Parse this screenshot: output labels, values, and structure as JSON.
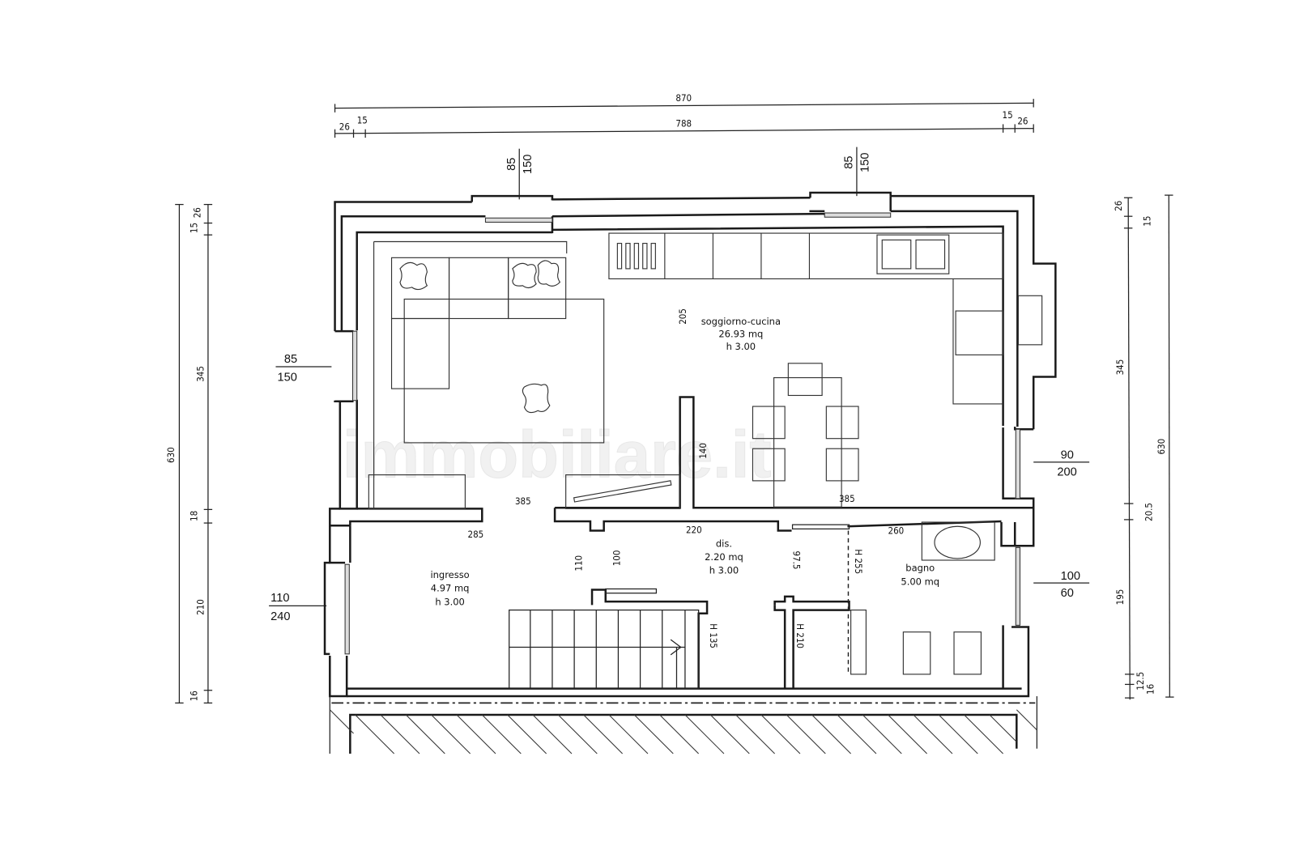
{
  "drawing": {
    "type": "floor-plan",
    "watermark": "immobiliare.it",
    "colors": {
      "line": "#1a1a1a",
      "background": "#ffffff",
      "watermark": "#ececec"
    }
  },
  "dimensions": {
    "top": {
      "overall": "870",
      "inner": "788",
      "left_wall": "26",
      "left_inner": "15",
      "right_inner": "15",
      "right_wall": "26"
    },
    "left": {
      "overall": "630",
      "segments": [
        "26",
        "15",
        "345",
        "18",
        "210",
        "16"
      ]
    },
    "right": {
      "overall": "630",
      "segments": [
        "26",
        "15",
        "345",
        "20.5",
        "195",
        "12.5",
        "16"
      ]
    },
    "interior": {
      "soggiorno_depth": "205",
      "partition_140": "140",
      "left_385": "385",
      "right_385": "385",
      "ingresso_285": "285",
      "dis_220": "220",
      "bagno_260": "260",
      "ingresso_110": "110",
      "ingresso_100": "100",
      "dis_975": "97.5",
      "h255": "H 255",
      "h135": "H 135",
      "h210": "H 210"
    }
  },
  "windows": [
    {
      "id": "top-left",
      "width": "85",
      "height": "150"
    },
    {
      "id": "top-right",
      "width": "85",
      "height": "150"
    },
    {
      "id": "left-upper",
      "width": "85",
      "height": "150"
    },
    {
      "id": "left-lower",
      "width": "110",
      "height": "240"
    },
    {
      "id": "right-upper",
      "width": "90",
      "height": "200"
    },
    {
      "id": "right-lower",
      "width": "100",
      "height": "60"
    }
  ],
  "rooms": [
    {
      "name": "soggiorno-cucina",
      "area": "26.93 mq",
      "height": "h 3.00"
    },
    {
      "name": "ingresso",
      "area": "4.97 mq",
      "height": "h 3.00"
    },
    {
      "name": "dis.",
      "area": "2.20 mq",
      "height": "h 3.00"
    },
    {
      "name": "bagno",
      "area": "5.00 mq",
      "height": ""
    }
  ]
}
